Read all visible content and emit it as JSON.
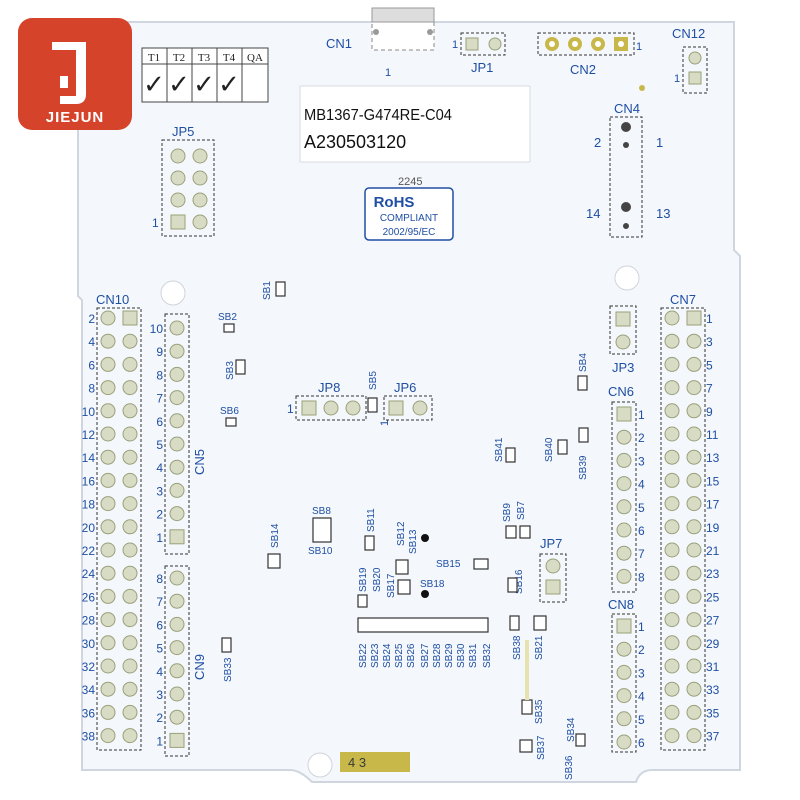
{
  "logo": {
    "text": "JIEJUN",
    "bg_color": "#d6432b",
    "icon": "jiejun-j-logo"
  },
  "qc_table": {
    "headers": [
      "T1",
      "T2",
      "T3",
      "T4",
      "QA"
    ],
    "checks": [
      "✓",
      "✓",
      "✓",
      "✓",
      ""
    ]
  },
  "label": {
    "part_number": "MB1367-G474RE-C04",
    "serial": "A230503120"
  },
  "rohs": {
    "date_code": "2245",
    "title": "RoHS",
    "line1": "COMPLIANT",
    "line2": "2002/95/EC"
  },
  "colors": {
    "board": "#f4f7fb",
    "silkscreen": "#1f4fa3",
    "gold_pad": "#c8b84a"
  },
  "connectors": {
    "cn1": "CN1",
    "cn1_pin": "1",
    "jp1": "JP1",
    "jp1_pin": "1",
    "cn2": "CN2",
    "cn2_pin": "1",
    "cn12": "CN12",
    "cn12_pin": "1",
    "cn4": "CN4",
    "cn4_pins": {
      "top_left": "2",
      "top_right": "1",
      "bottom_left": "14",
      "bottom_right": "13"
    },
    "jp5": "JP5",
    "jp5_pin": "1",
    "cn10": "CN10",
    "cn10_left_pins": [
      "2",
      "4",
      "6",
      "8",
      "10",
      "12",
      "14",
      "16",
      "18",
      "20",
      "22",
      "24",
      "26",
      "28",
      "30",
      "32",
      "34",
      "36",
      "38"
    ],
    "cn5": "CN5",
    "cn5_pins": [
      "10",
      "9",
      "8",
      "7",
      "6",
      "5",
      "4",
      "3",
      "2",
      "1"
    ],
    "cn9": "CN9",
    "cn9_pins": [
      "8",
      "7",
      "6",
      "5",
      "4",
      "3",
      "2",
      "1"
    ],
    "cn7": "CN7",
    "cn7_right_pins": [
      "1",
      "3",
      "5",
      "7",
      "9",
      "11",
      "13",
      "15",
      "17",
      "19",
      "21",
      "23",
      "25",
      "27",
      "29",
      "31",
      "33",
      "35",
      "37"
    ],
    "jp3": "JP3",
    "cn6": "CN6",
    "cn6_pins": [
      "1",
      "2",
      "3",
      "4",
      "5",
      "6",
      "7",
      "8"
    ],
    "cn8": "CN8",
    "cn8_pins": [
      "1",
      "2",
      "3",
      "4",
      "5",
      "6"
    ],
    "jp8": "JP8",
    "jp8_pin": "1",
    "jp6": "JP6",
    "jp6_pin": "1",
    "jp7": "JP7"
  },
  "solder_bridges": {
    "sb1": "SB1",
    "sb2": "SB2",
    "sb3": "SB3",
    "sb4": "SB4",
    "sb5": "SB5",
    "sb6": "SB6",
    "sb7": "SB7",
    "sb8": "SB8",
    "sb9": "SB9",
    "sb10": "SB10",
    "sb11": "SB11",
    "sb12": "SB12",
    "sb13": "SB13",
    "sb14": "SB14",
    "sb15": "SB15",
    "sb16": "SB16",
    "sb17": "SB17",
    "sb18": "SB18",
    "sb19": "SB19",
    "sb20": "SB20",
    "sb21": "SB21",
    "sb22": "SB22",
    "sb23": "SB23",
    "sb24": "SB24",
    "sb25": "SB25",
    "sb26": "SB26",
    "sb27": "SB27",
    "sb28": "SB28",
    "sb29": "SB29",
    "sb30": "SB30",
    "sb31": "SB31",
    "sb32": "SB32",
    "sb33": "SB33",
    "sb34": "SB34",
    "sb35": "SB35",
    "sb36": "SB36",
    "sb37": "SB37",
    "sb38": "SB38",
    "sb39": "SB39",
    "sb40": "SB40",
    "sb41": "SB41"
  },
  "bottom_marking": "4 3"
}
